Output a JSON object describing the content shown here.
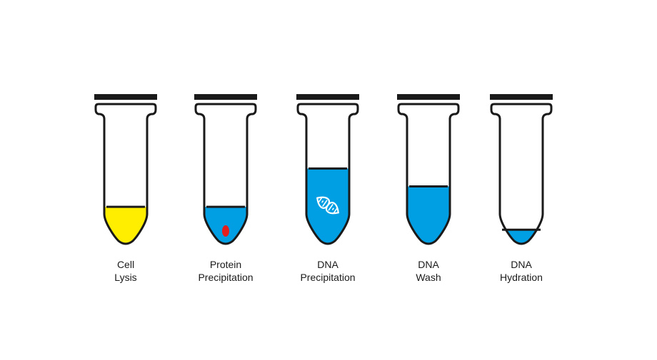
{
  "colors": {
    "outline": "#1a1a1a",
    "lysis_fill": "#ffee00",
    "blue_fill": "#009ee3",
    "pellet": "#e41d1d",
    "background": "#ffffff"
  },
  "tubes": [
    {
      "name": "cell-lysis",
      "label_line1": "Cell",
      "label_line2": "Lysis",
      "fill_color": "lysis_fill",
      "fill_level": 0.29,
      "marker": "none"
    },
    {
      "name": "protein-precipitation",
      "label_line1": "Protein",
      "label_line2": "Precipitation",
      "fill_color": "blue_fill",
      "fill_level": 0.29,
      "marker": "pellet"
    },
    {
      "name": "dna-precipitation",
      "label_line1": "DNA",
      "label_line2": "Precipitation",
      "fill_color": "blue_fill",
      "fill_level": 0.59,
      "marker": "dna-helix"
    },
    {
      "name": "dna-wash",
      "label_line1": "DNA",
      "label_line2": "Wash",
      "fill_color": "blue_fill",
      "fill_level": 0.45,
      "marker": "none"
    },
    {
      "name": "dna-hydration",
      "label_line1": "DNA",
      "label_line2": "Hydration",
      "fill_color": "blue_fill",
      "fill_level": 0.11,
      "marker": "none"
    }
  ]
}
